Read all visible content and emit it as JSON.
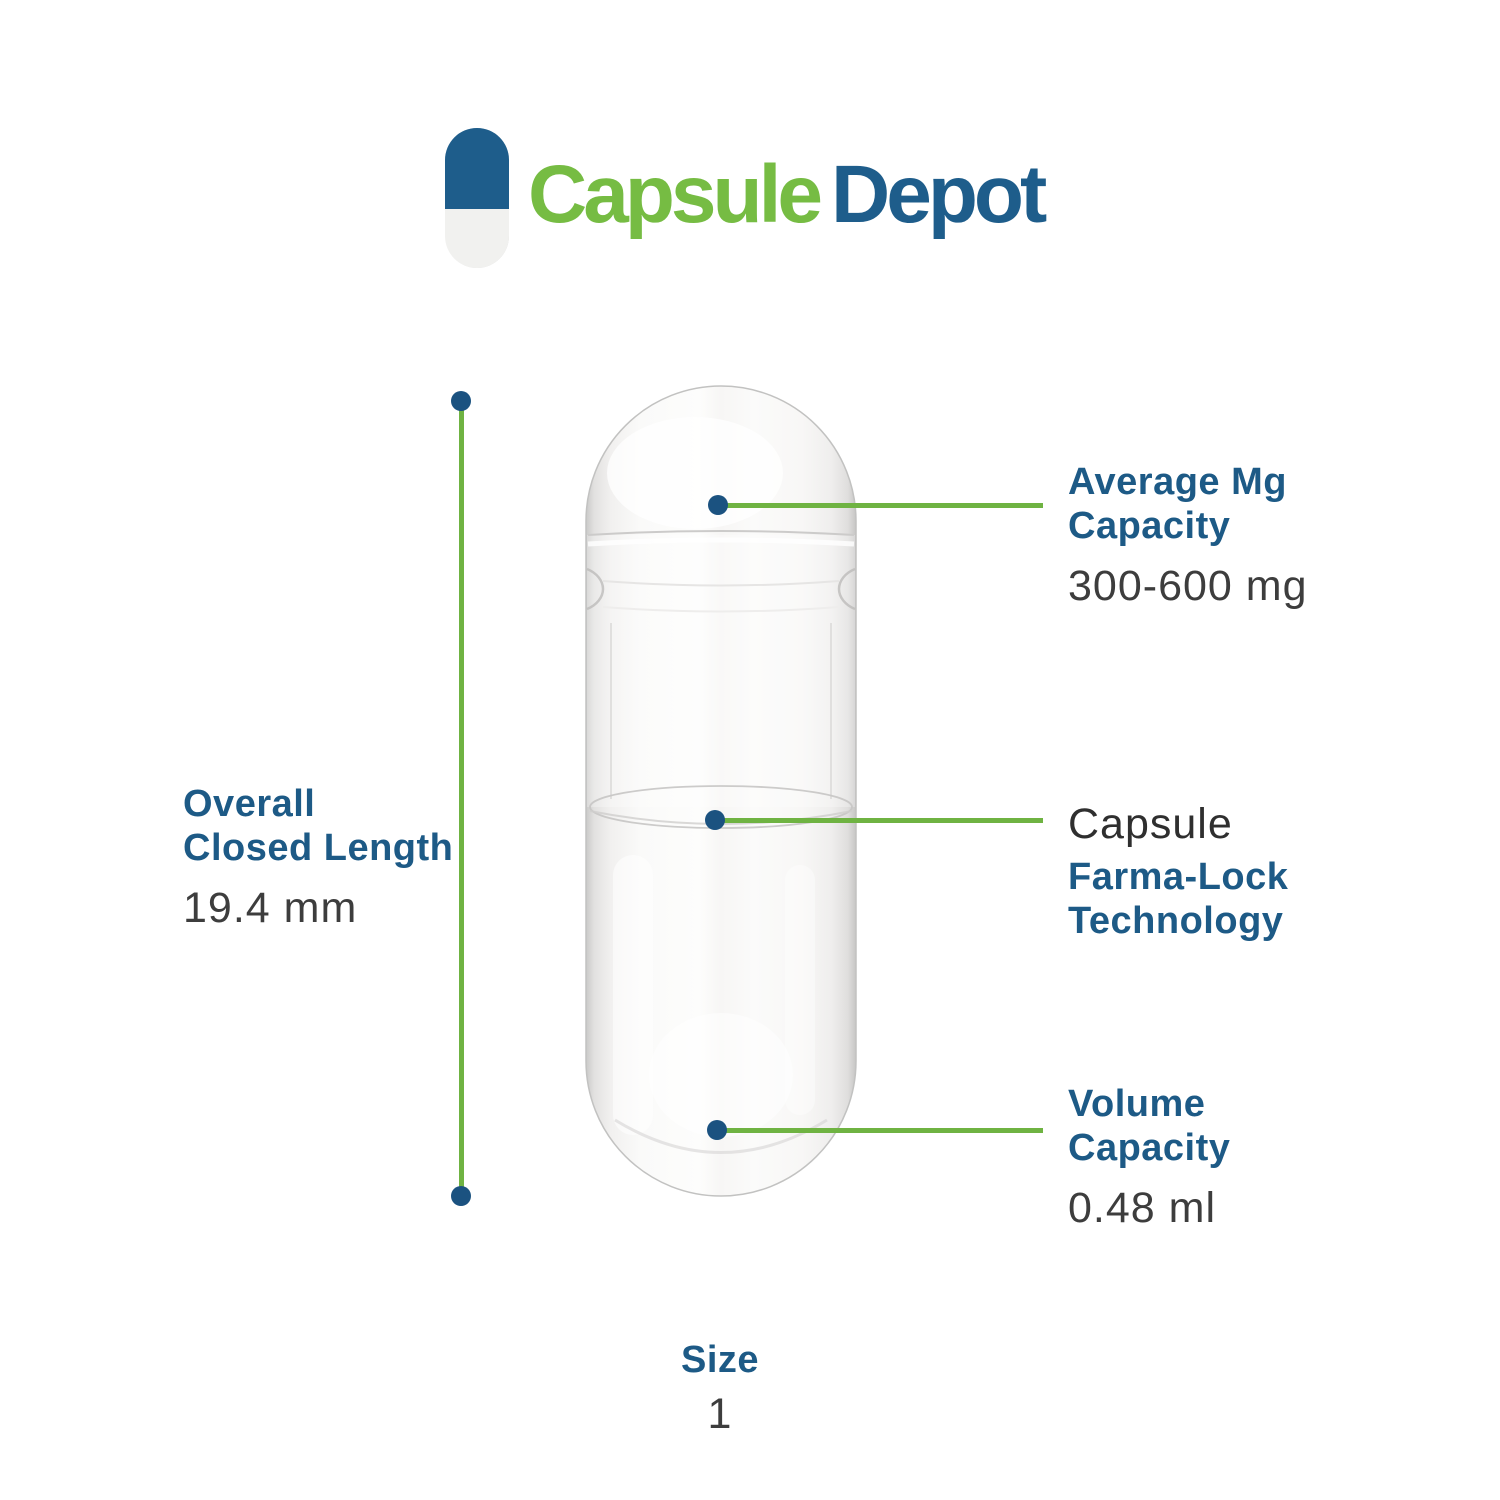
{
  "logo": {
    "brand_part1": "Capsule",
    "brand_part2": "Depot"
  },
  "dimension": {
    "title_line1": "Overall",
    "title_line2": "Closed Length",
    "value": "19.4 mm"
  },
  "annotations": {
    "top": {
      "title_line1": "Average Mg",
      "title_line2": "Capacity",
      "value": "300-600 mg"
    },
    "middle": {
      "prefix": "Capsule",
      "title_line1": "Farma-Lock",
      "title_line2": "Technology"
    },
    "bottom": {
      "title_line1": "Volume",
      "title_line2": "Capacity",
      "value": "0.48 ml"
    }
  },
  "size": {
    "label": "Size",
    "value": "1"
  },
  "colors": {
    "green": "#6fb342",
    "logo_green": "#76bc43",
    "blue": "#1d5a86",
    "logo_blue": "#1e5d8b",
    "dot_blue": "#1b5280",
    "value_gray": "#3d3d3d",
    "prefix_gray": "#2f2f2f"
  }
}
